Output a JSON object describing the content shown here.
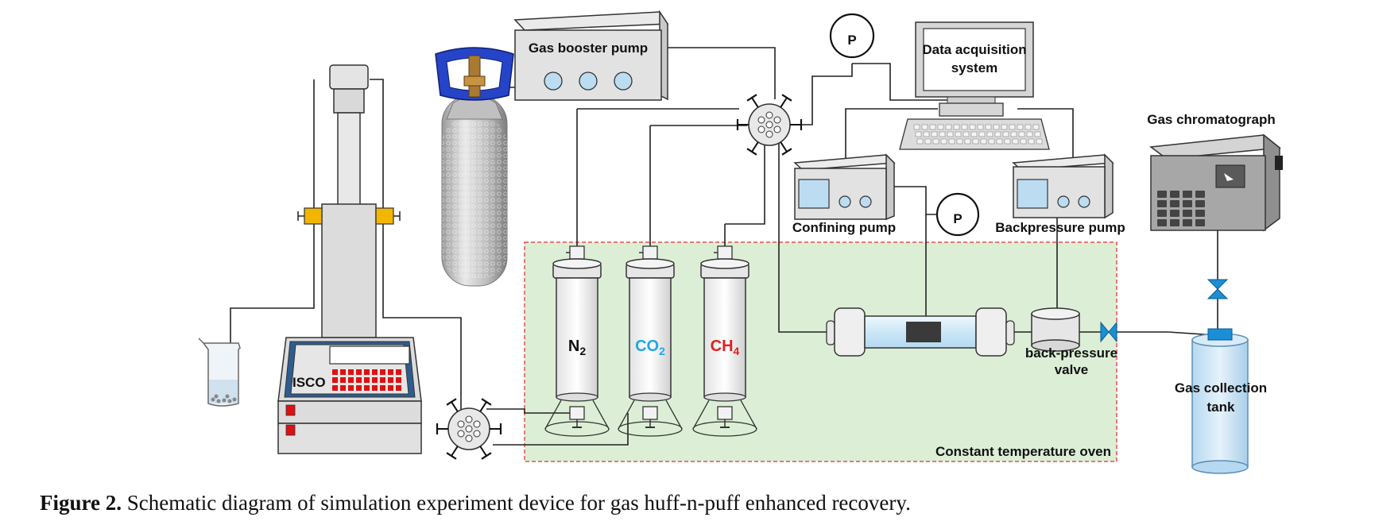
{
  "labels": {
    "gas_booster_pump": "Gas booster pump",
    "data_acquisition_1": "Data acquisition",
    "data_acquisition_2": "system",
    "gas_chromatograph": "Gas chromatograph",
    "confining_pump": "Confining pump",
    "backpressure_pump": "Backpressure pump",
    "isco": "ISCO",
    "n2_main": "N",
    "n2_sub": "2",
    "co2_main": "CO",
    "co2_sub": "2",
    "ch4_main": "CH",
    "ch4_sub": "4",
    "bpv_1": "back-pressure",
    "bpv_2": "valve",
    "gas_tank_1": "Gas collection",
    "gas_tank_2": "tank",
    "oven": "Constant temperature oven",
    "pressure_gauge": "P"
  },
  "caption": {
    "prefix": "Figure 2.",
    "text": " Schematic diagram of simulation experiment device for gas huff-n-puff enhanced recovery."
  },
  "colors": {
    "oven_fill": "#dcefd6",
    "oven_border": "#e05050",
    "co2_text": "#1fa7e6",
    "ch4_text": "#e02020",
    "valve_blue": "#1b8fd6",
    "tank_fill": "#c7e3f7",
    "cylinder_blue": "#2544c8",
    "clamp_yellow": "#f2b600"
  }
}
